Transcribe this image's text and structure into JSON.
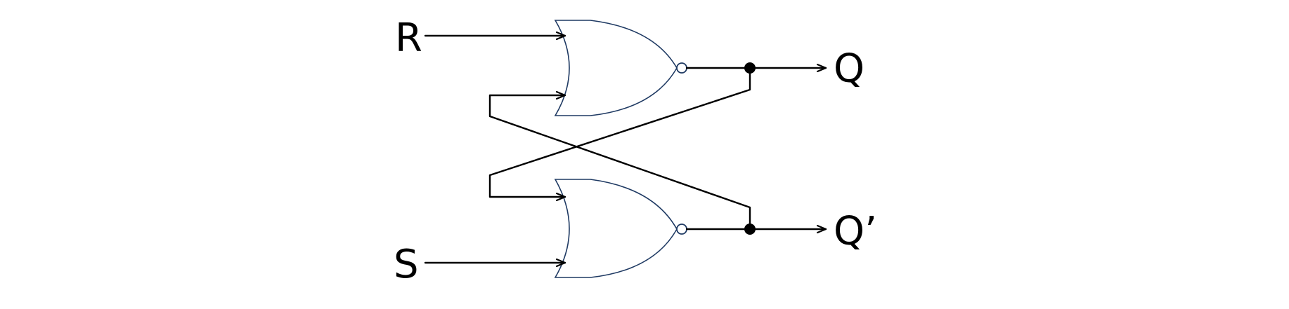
{
  "labels": {
    "input_r": "R",
    "input_s": "S",
    "output_q": "Q",
    "output_q_bar": "Q’"
  },
  "colors": {
    "wire": "#000000",
    "gate_outline": "#1f3a63",
    "background": "#ffffff"
  }
}
